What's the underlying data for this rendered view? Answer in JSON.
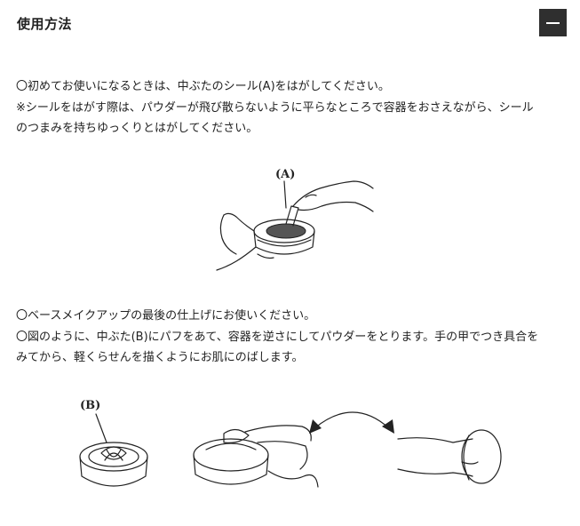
{
  "section": {
    "title": "使用方法",
    "toggle_icon": "minus-icon"
  },
  "step1": {
    "line1": "〇初めてお使いになるときは、中ぶたのシール(A)をはがしてください。",
    "line2": "※シールをはがす際は、パウダーが飛び散らないように平らなところで容器をおさえながら、シール",
    "line3": "のつまみを持ちゆっくりとはがしてください。",
    "figure_label": "(A)"
  },
  "step2": {
    "line1": "〇ベースメイクアップの最後の仕上げにお使いください。",
    "line2": "〇図のように、中ぶた(B)にパフをあて、容器を逆さにしてパウダーをとります。手の甲でつき具合を",
    "line3": "みてから、軽くらせんを描くようにお肌にのばします。",
    "figure_label": "(B)"
  }
}
